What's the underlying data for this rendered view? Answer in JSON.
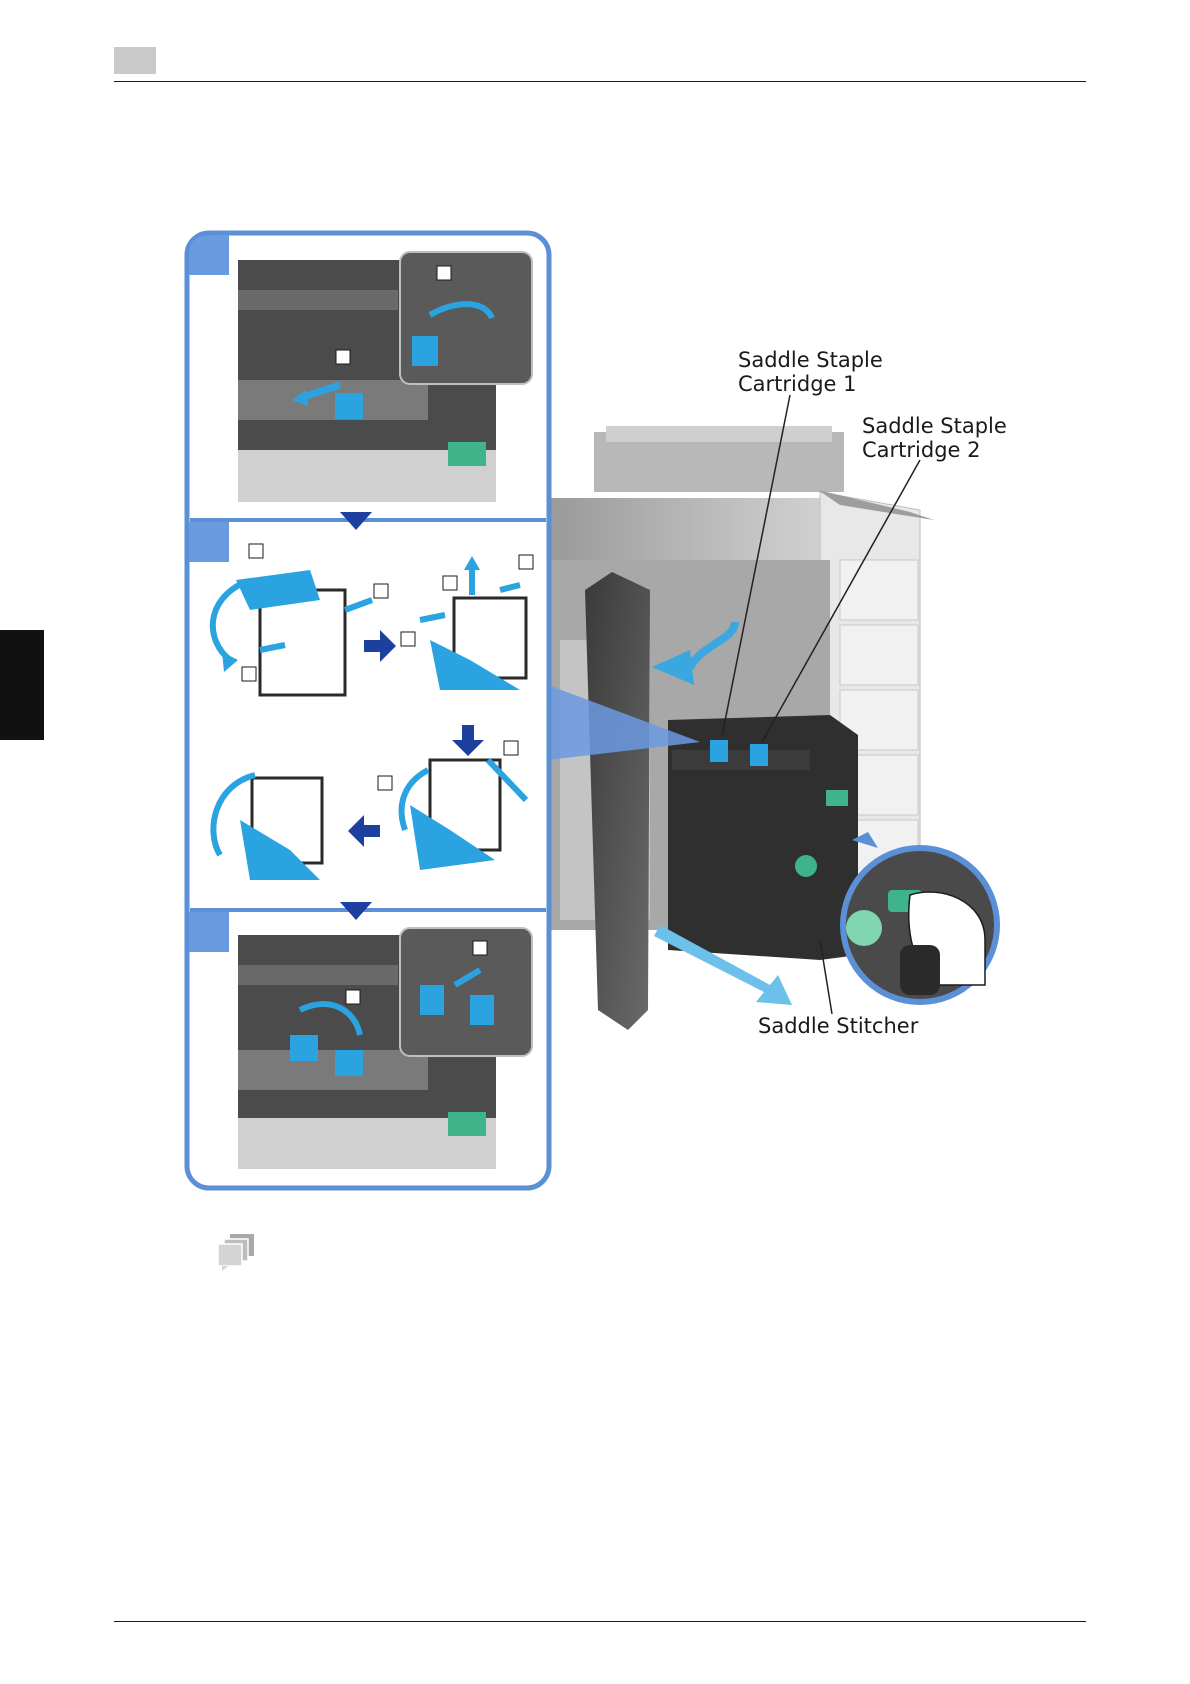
{
  "labels": {
    "cartridge1_line1": "Saddle Staple",
    "cartridge1_line2": "Cartridge 1",
    "cartridge2_line1": "Saddle Staple",
    "cartridge2_line2": "Cartridge 2",
    "stitcher": "Saddle Stitcher"
  },
  "icons": {
    "note": "note-pages-icon",
    "step_down_arrow": "triangle-down-icon",
    "flow_arrow": "blue-arrow-icon"
  },
  "colors": {
    "panel_border": "#5b8fd6",
    "panel_tab": "#6a9ae0",
    "part_blue": "#2aa3e0",
    "machine_gray": "#8a8a8a",
    "green_handle": "#3fb48a",
    "arrow_navy": "#1c3fa0"
  }
}
